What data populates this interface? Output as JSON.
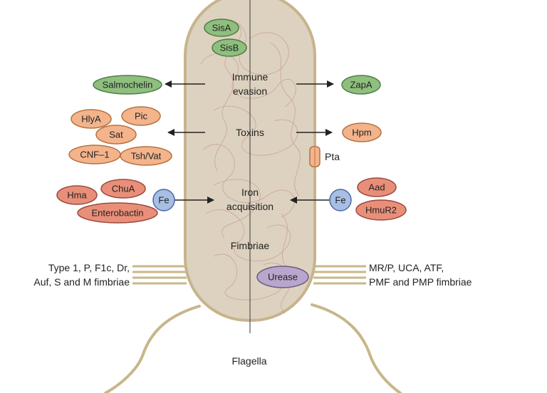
{
  "colors": {
    "cell_fill": "#ddd2bf",
    "cell_stroke": "#c7b48d",
    "fimbriae": "#c9b78a",
    "flagella": "#c8b68a",
    "green_fill": "#8fbf7f",
    "green_stroke": "#4f7d45",
    "orange_fill": "#f3b48c",
    "orange_stroke": "#b6703f",
    "red_fill": "#e98f79",
    "red_stroke": "#9a4a3c",
    "blue_fill": "#a8bfe4",
    "blue_stroke": "#4c68a6",
    "purple_fill": "#b9a6cc",
    "purple_stroke": "#6d5a84",
    "arrow": "#222222"
  },
  "cell": {
    "labels": {
      "immune_line1": "Immune",
      "immune_line2": "evasion",
      "toxins": "Toxins",
      "iron_line1": "Iron",
      "iron_line2": "acquisition",
      "fimbriae": "Fimbriae"
    }
  },
  "badges": {
    "sisA": "SisA",
    "sisB": "SisB",
    "salmochelin": "Salmochelin",
    "zapA": "ZapA",
    "hlyA": "HlyA",
    "pic": "Pic",
    "sat": "Sat",
    "cnf1": "CNF–1",
    "tshVat": "Tsh/Vat",
    "hpm": "Hpm",
    "chuA": "ChuA",
    "hma": "Hma",
    "enterobactin": "Enterobactin",
    "feLeft": "Fe",
    "feRight": "Fe",
    "aad": "Aad",
    "hmuR2": "HmuR2",
    "urease": "Urease"
  },
  "labels": {
    "pta": "Pta",
    "left_fimbriae_line1": "Type 1, P, F1c, Dr,",
    "left_fimbriae_line2": "Auf, S and M fimbriae",
    "right_fimbriae_line1": "MR/P, UCA, ATF,",
    "right_fimbriae_line2": "PMF and PMP fimbriae",
    "flagella": "Flagella"
  }
}
